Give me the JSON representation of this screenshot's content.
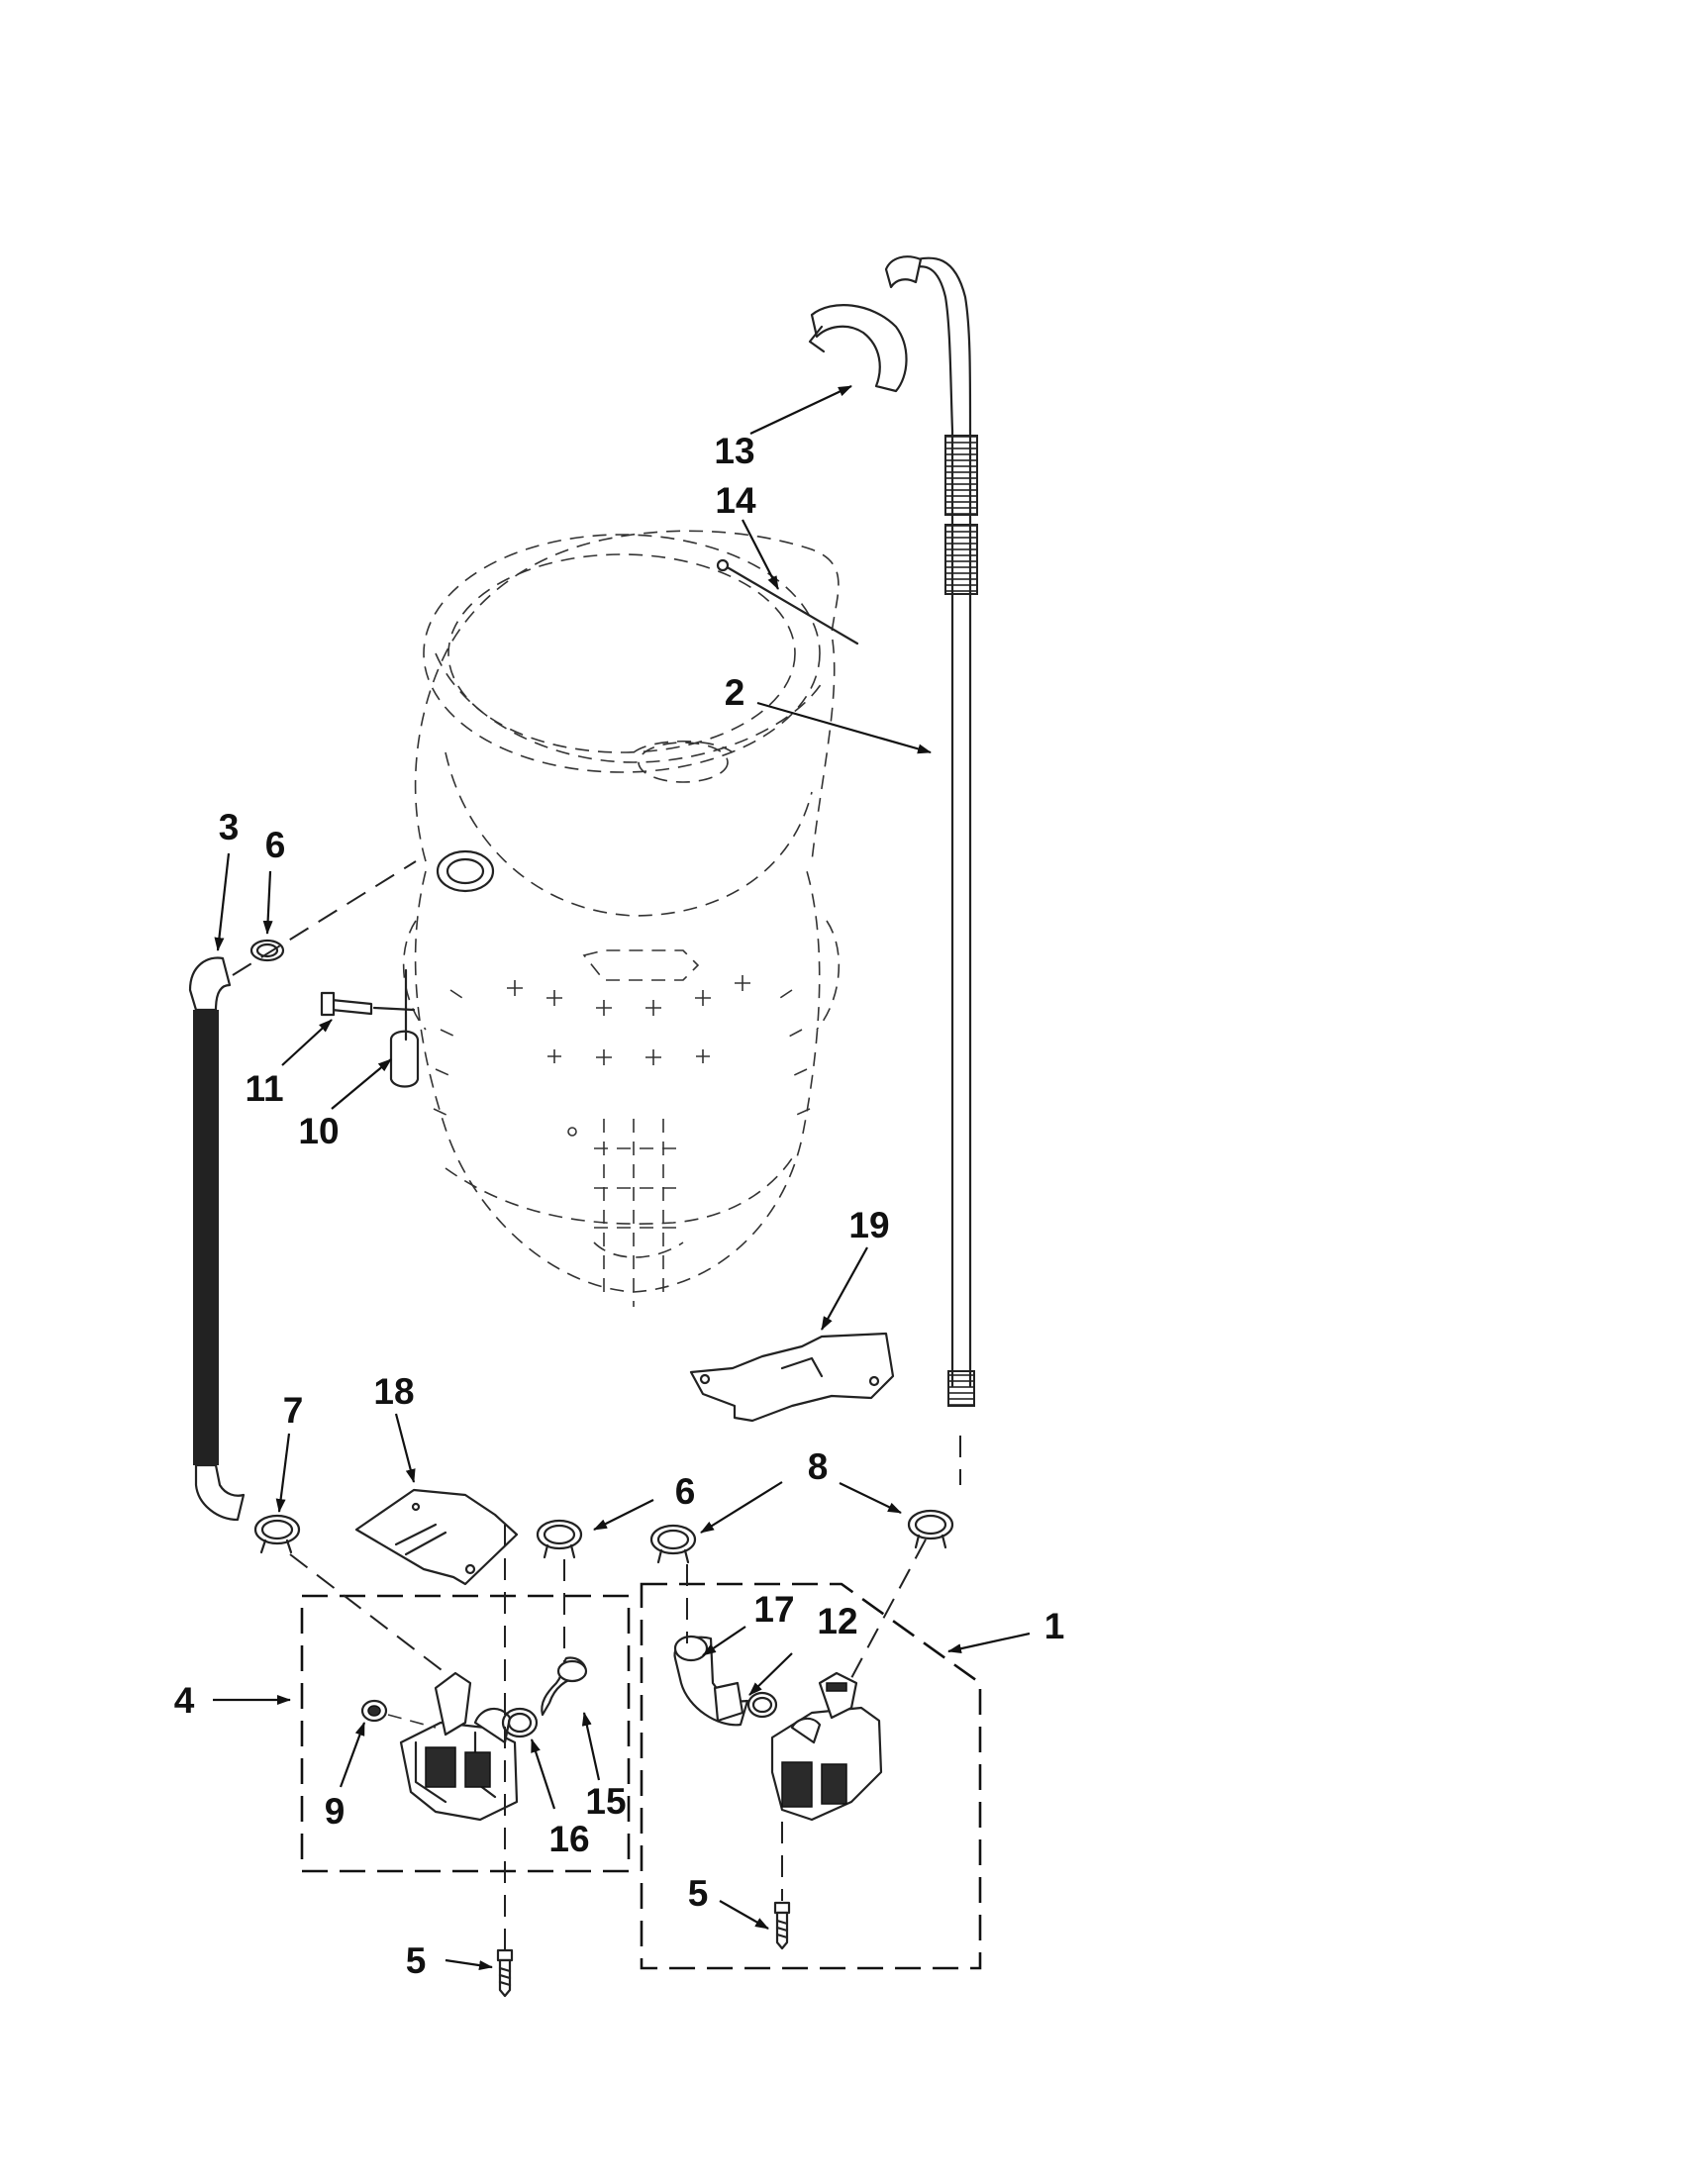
{
  "diagram": {
    "callouts": [
      {
        "id": "c1",
        "label": "1"
      },
      {
        "id": "c2",
        "label": "2"
      },
      {
        "id": "c3",
        "label": "3"
      },
      {
        "id": "c4",
        "label": "4"
      },
      {
        "id": "c5a",
        "label": "5"
      },
      {
        "id": "c5b",
        "label": "5"
      },
      {
        "id": "c6a",
        "label": "6"
      },
      {
        "id": "c6b",
        "label": "6"
      },
      {
        "id": "c7",
        "label": "7"
      },
      {
        "id": "c8",
        "label": "8"
      },
      {
        "id": "c9",
        "label": "9"
      },
      {
        "id": "c10",
        "label": "10"
      },
      {
        "id": "c11",
        "label": "11"
      },
      {
        "id": "c12",
        "label": "12"
      },
      {
        "id": "c13",
        "label": "13"
      },
      {
        "id": "c14",
        "label": "14"
      },
      {
        "id": "c15",
        "label": "15"
      },
      {
        "id": "c16",
        "label": "16"
      },
      {
        "id": "c17",
        "label": "17"
      },
      {
        "id": "c18",
        "label": "18"
      },
      {
        "id": "c19",
        "label": "19"
      }
    ]
  }
}
